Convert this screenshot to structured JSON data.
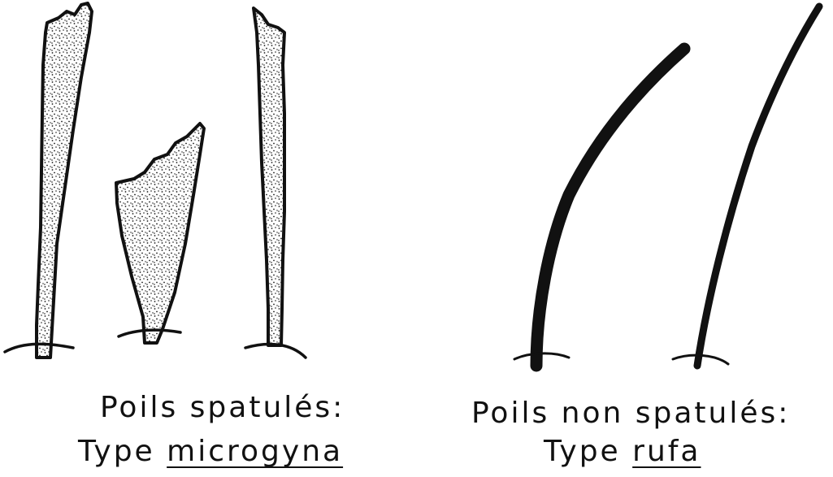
{
  "colors": {
    "ink": "#111111",
    "stipple": "#1a1a1a",
    "background": "#ffffff"
  },
  "left_group": {
    "caption_line1": "Poils spatulés:",
    "caption_prefix": "Type",
    "caption_type": "microgyna"
  },
  "right_group": {
    "caption_line1": "Poils non spatulés:",
    "caption_prefix": "Type",
    "caption_type": "rufa"
  }
}
